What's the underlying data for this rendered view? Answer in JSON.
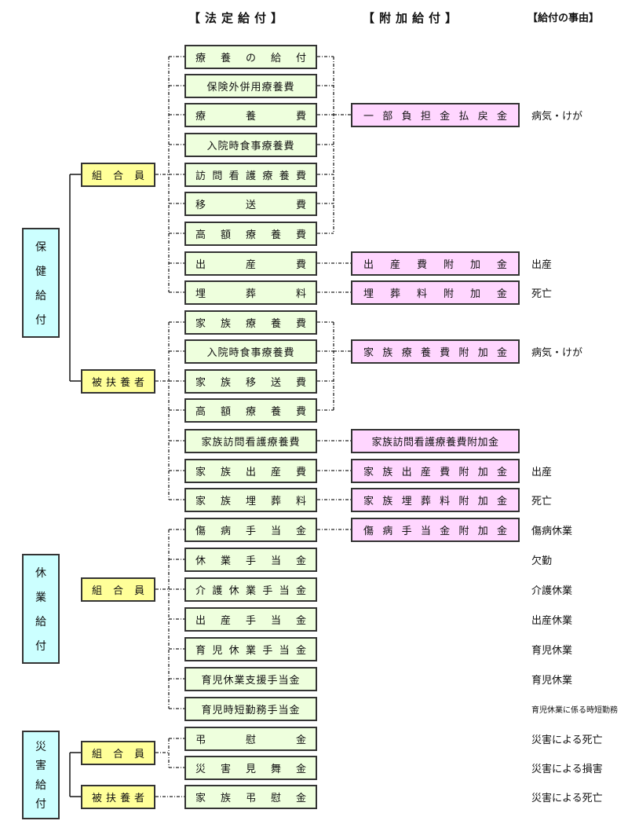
{
  "headers": {
    "statutory": "【法定給付】",
    "additional": "【附加給付】",
    "reason": "【給付の事由】"
  },
  "categories": [
    {
      "label": "保健給付"
    },
    {
      "label": "休業給付"
    },
    {
      "label": "災害給付"
    }
  ],
  "members": [
    {
      "label": "組合員"
    },
    {
      "label": "被扶養者"
    },
    {
      "label": "組合員"
    },
    {
      "label": "組合員"
    },
    {
      "label": "被扶養者"
    }
  ],
  "rows": [
    {
      "statutory": "療養の給付",
      "additional": "",
      "reason": ""
    },
    {
      "statutory": "保険外併用療養費",
      "additional": "",
      "reason": ""
    },
    {
      "statutory": "療養費",
      "additional": "一部負担金払戻金",
      "reason": "病気・けが"
    },
    {
      "statutory": "入院時食事療養費",
      "additional": "",
      "reason": ""
    },
    {
      "statutory": "訪問看護療養費",
      "additional": "",
      "reason": ""
    },
    {
      "statutory": "移送費",
      "additional": "",
      "reason": ""
    },
    {
      "statutory": "高額療養費",
      "additional": "",
      "reason": ""
    },
    {
      "statutory": "出産費",
      "additional": "出産費附加金",
      "reason": "出産"
    },
    {
      "statutory": "埋葬料",
      "additional": "埋葬料附加金",
      "reason": "死亡"
    },
    {
      "statutory": "家族療養費",
      "additional": "",
      "reason": ""
    },
    {
      "statutory": "入院時食事療養費",
      "additional": "家族療養費附加金",
      "reason": "病気・けが"
    },
    {
      "statutory": "家族移送費",
      "additional": "",
      "reason": ""
    },
    {
      "statutory": "高額療養費",
      "additional": "",
      "reason": ""
    },
    {
      "statutory": "家族訪問看護療養費",
      "additional": "家族訪問看護療養費附加金",
      "reason": ""
    },
    {
      "statutory": "家族出産費",
      "additional": "家族出産費附加金",
      "reason": "出産"
    },
    {
      "statutory": "家族埋葬料",
      "additional": "家族埋葬料附加金",
      "reason": "死亡"
    },
    {
      "statutory": "傷病手当金",
      "additional": "傷病手当金附加金",
      "reason": "傷病休業"
    },
    {
      "statutory": "休業手当金",
      "additional": "",
      "reason": "欠勤"
    },
    {
      "statutory": "介護休業手当金",
      "additional": "",
      "reason": "介護休業"
    },
    {
      "statutory": "出産手当金",
      "additional": "",
      "reason": "出産休業"
    },
    {
      "statutory": "育児休業手当金",
      "additional": "",
      "reason": "育児休業"
    },
    {
      "statutory": "育児休業支援手当金",
      "additional": "",
      "reason": "育児休業"
    },
    {
      "statutory": "育児時短勤務手当金",
      "additional": "",
      "reason": "育児休業に係る時短勤務"
    },
    {
      "statutory": "弔慰金",
      "additional": "",
      "reason": "災害による死亡"
    },
    {
      "statutory": "災害見舞金",
      "additional": "",
      "reason": "災害による損害"
    },
    {
      "statutory": "家族弔慰金",
      "additional": "",
      "reason": "災害による死亡"
    }
  ],
  "colors": {
    "statutory_fill": "#eeffdd",
    "additional_fill": "#ffd6ff",
    "member_fill": "#ffff99",
    "category_fill": "#ccffff",
    "border": "#333333"
  }
}
